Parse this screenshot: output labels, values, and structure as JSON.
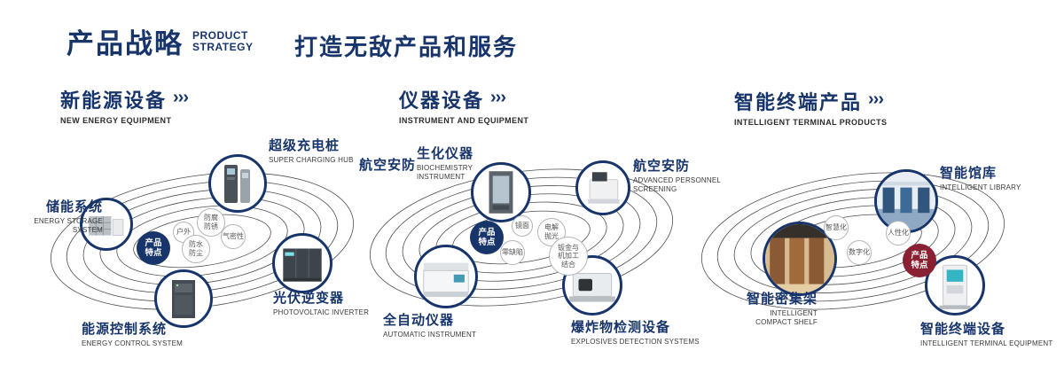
{
  "header": {
    "title_cn": "产品战略",
    "title_en_top": "PRODUCT",
    "title_en_bottom": "STRATEGY",
    "tagline": "打造无敌产品和服务"
  },
  "colors": {
    "navy": "#17356b",
    "badge_red": "#8a2133"
  },
  "sections": [
    {
      "title_cn": "新能源设备",
      "title_en": "NEW ENERGY EQUIPMENT",
      "arrows": "›››",
      "center_badge": "产品特点",
      "features": [
        "户外",
        "防腐防锈",
        "气密性",
        "防水防尘"
      ],
      "products": [
        {
          "cn": "超级充电桩",
          "en": "SUPER CHARGING HUB"
        },
        {
          "cn": "储能系统",
          "en": "ENERGY STORAGE SYSTEM"
        },
        {
          "cn": "光伏逆变器",
          "en": "PHOTOVOLTAIC INVERTER"
        },
        {
          "cn": "能源控制系统",
          "en": "ENERGY CONTROL SYSTEM"
        }
      ]
    },
    {
      "title_cn": "仪器设备",
      "title_en": "INSTRUMENT AND EQUIPMENT",
      "arrows": "›››",
      "center_badge": "产品特点",
      "side_label": "航空安防",
      "features": [
        "镜面",
        "电解抛光",
        "零缺陷",
        "钣金与机加工结合"
      ],
      "products": [
        {
          "cn": "生化仪器",
          "en": "BIOCHEMISTRY INSTRUMENT"
        },
        {
          "cn": "航空安防",
          "en": "ADVANCED PERSONNEL SCREENING"
        },
        {
          "cn": "全自动仪器",
          "en": "AUTOMATIC INSTRUMENT"
        },
        {
          "cn": "爆炸物检测设备",
          "en": "EXPLOSIVES DETECTION SYSTEMS"
        }
      ]
    },
    {
      "title_cn": "智能终端产品",
      "title_en": "INTELLIGENT TERMINAL PRODUCTS",
      "arrows": "›››",
      "center_badge": "产品特点",
      "features": [
        "智慧化",
        "人性化",
        "数字化"
      ],
      "products": [
        {
          "cn": "智能馆库",
          "en": "INTELLIGENT LIBRARY"
        },
        {
          "cn": "智能密集架",
          "en": "INTELLIGENT COMPACT SHELF"
        },
        {
          "cn": "智能终端设备",
          "en": "INTELLIGENT TERMINAL EQUIPMENT"
        }
      ]
    }
  ]
}
